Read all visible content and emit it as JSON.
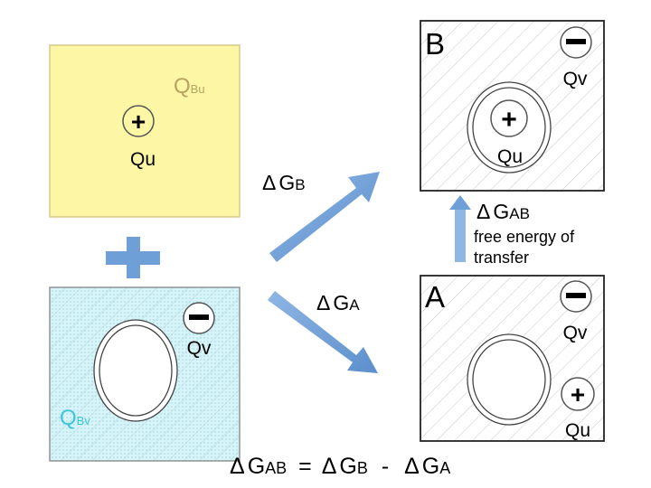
{
  "panel_top_left": {
    "region_label": "Q",
    "region_sub": "Bu",
    "ion_sign": "+",
    "ion_label": "Qu"
  },
  "panel_bottom_left": {
    "region_label": "Q",
    "region_sub": "Bv",
    "ion_sign": "−",
    "ion_label": "Qv"
  },
  "panel_b": {
    "letter": "B",
    "ion_minus_sign": "−",
    "ion_minus_label": "Qv",
    "ion_plus_sign": "+",
    "ion_plus_label": "Qu"
  },
  "panel_a": {
    "letter": "A",
    "ion_minus_sign": "−",
    "ion_minus_label": "Qv",
    "ion_plus_sign": "+",
    "ion_plus_label": "Qu"
  },
  "arrow_labels": {
    "dgb": {
      "delta": "Δ",
      "g": "G",
      "sub": "B"
    },
    "dga": {
      "delta": "Δ",
      "g": "G",
      "sub": "A"
    },
    "dgab": {
      "delta": "Δ",
      "g": "G",
      "sub": "AB",
      "desc_line1": "free energy of",
      "desc_line2": "transfer"
    }
  },
  "equation": {
    "lhs_sub": "AB",
    "b_sub": "B",
    "a_sub": "A",
    "delta": "Δ",
    "g": "G",
    "equals": "=",
    "minus": "-"
  },
  "colors": {
    "yellow_fill": "#fcf6a5",
    "yellow_border": "#d8c98a",
    "yellow_label": "#b8a360",
    "cyan_fill": "#d8f4f8",
    "cyan_dots": "#9ad9e6",
    "cyan_label": "#3cc6dc",
    "arrow_blue": "#6e9fd6",
    "hatch": "#c8c8c8"
  }
}
